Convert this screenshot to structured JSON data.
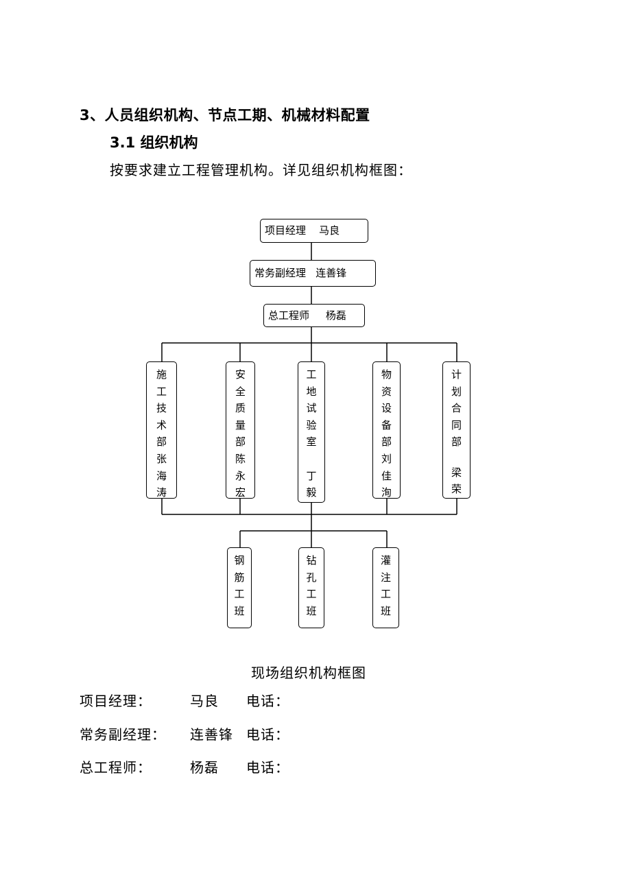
{
  "heading": "3、人员组织机构、节点工期、机械材料配置",
  "subheading": "3.1 组织机构",
  "intro": "按要求建立工程管理机构。详见组织机构框图：",
  "org_chart": {
    "top": [
      {
        "text": "项目经理    马良"
      },
      {
        "text": "常务副经理   连善锋"
      },
      {
        "text": "总工程师     杨磊"
      }
    ],
    "departments": [
      {
        "chars": [
          "施",
          "工",
          "技",
          "术",
          "部",
          "张",
          "海",
          "涛"
        ]
      },
      {
        "chars": [
          "安",
          "全",
          "质",
          "量",
          "部",
          "陈",
          "永",
          "宏"
        ]
      },
      {
        "chars": [
          "工",
          "地",
          "试",
          "验",
          "室",
          "",
          "丁",
          "毅"
        ]
      },
      {
        "chars": [
          "物",
          "资",
          "设",
          "备",
          "部",
          "刘",
          "佳",
          "洵"
        ]
      },
      {
        "chars": [
          "计",
          "划",
          "合",
          "同",
          "部",
          "",
          "梁",
          "荣"
        ]
      }
    ],
    "teams": [
      {
        "chars": [
          "钢",
          "筋",
          "工",
          "班"
        ]
      },
      {
        "chars": [
          "钻",
          "孔",
          "工",
          "班"
        ]
      },
      {
        "chars": [
          "灌",
          "注",
          "工",
          "班"
        ]
      }
    ]
  },
  "caption": "现场组织机构框图",
  "contacts": [
    {
      "role": "项目经理：",
      "name": "马良",
      "phone_label": "电话："
    },
    {
      "role": "常务副经理：",
      "name": "连善锋",
      "phone_label": "电话："
    },
    {
      "role": "总工程师：",
      "name": "杨磊",
      "phone_label": "电话："
    }
  ]
}
